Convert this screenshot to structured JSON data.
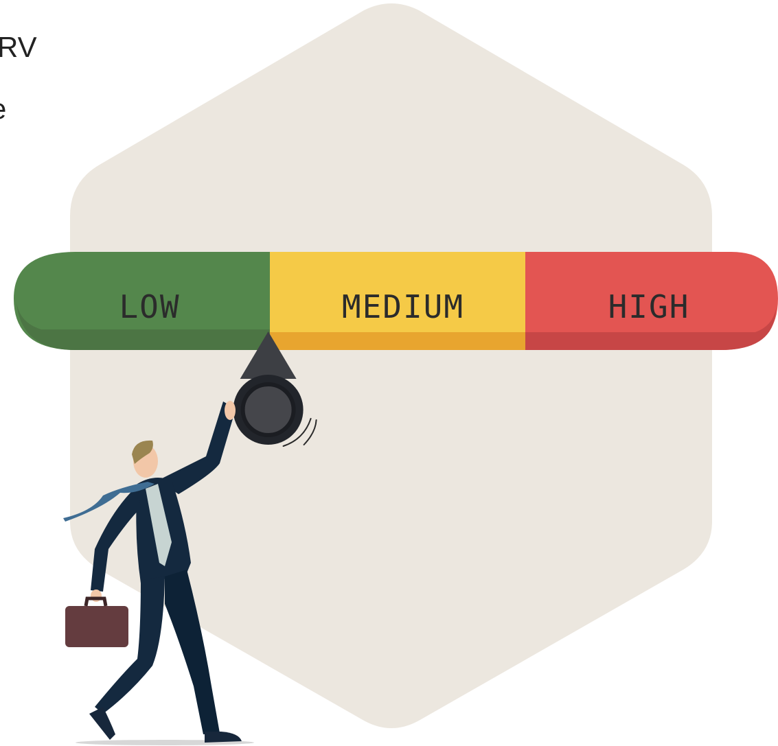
{
  "clipped_text": [
    "RV",
    "e"
  ],
  "meter": {
    "labels": [
      "LOW",
      "MEDIUM",
      "HIGH"
    ],
    "level_fraction": 0.333
  },
  "colors": {
    "hexagon": "#ece7df",
    "low": "#54874c",
    "low_shade": "#4c7544",
    "medium": "#f5ca47",
    "medium_shade": "#e8a52f",
    "high": "#e35552",
    "high_shade": "#c74646",
    "pointer": "#3d3f44",
    "suit": "#14293f",
    "tie": "#3f6d93",
    "shirt": "#c7d4d2",
    "skin": "#f2c7a8",
    "hair": "#9a8550",
    "briefcase": "#643c3f"
  }
}
